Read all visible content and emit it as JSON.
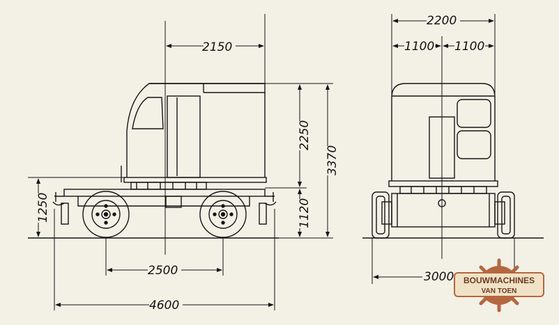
{
  "colors": {
    "paper": "#f3f0e6",
    "ink": "#151515",
    "logo_fill": "#f0e2c6",
    "logo_border": "#b4673e",
    "logo_text": "#6b3a22"
  },
  "side_view": {
    "dims": {
      "cab_length": "2150",
      "cab_height": "2250",
      "overall_height": "3370",
      "platform_height": "1120",
      "buffer_height": "1250",
      "wheelbase": "2500",
      "overall_length": "4600"
    }
  },
  "front_view": {
    "dims": {
      "cab_width": "2200",
      "half_left": "1100",
      "half_right": "1100",
      "track_width": "3000"
    }
  },
  "logo": {
    "line1": "BOUWMACHINES",
    "line2": "VAN TOEN"
  }
}
